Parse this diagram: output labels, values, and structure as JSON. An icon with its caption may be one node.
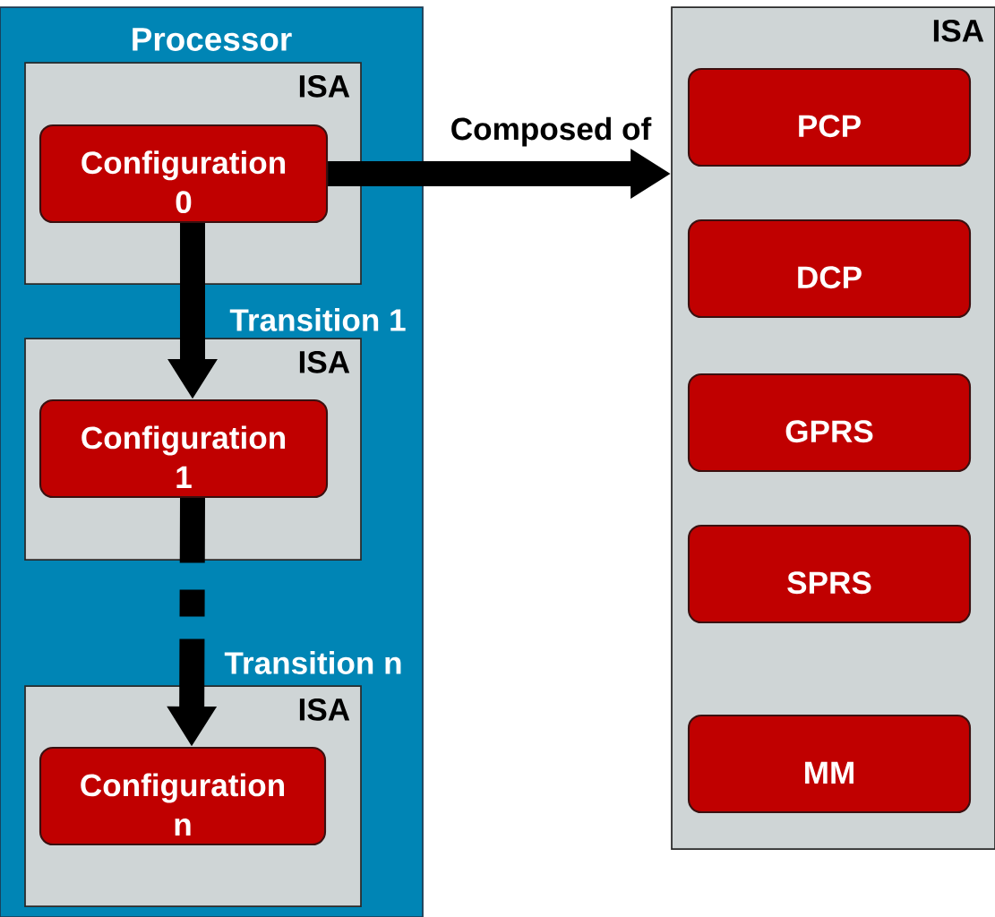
{
  "diagram": {
    "nodes": [
      {
        "text": [
          "Processor"
        ]
      },
      {
        "text": [
          "ISA"
        ],
        "in": 0
      },
      {
        "text": [
          "Configuration 0"
        ],
        "in": 1
      },
      {
        "text": [
          "ISA"
        ],
        "in": 0
      },
      {
        "text": [
          "Configuration 1"
        ],
        "in": 3
      },
      {
        "text": [
          "ISA"
        ],
        "in": 0
      },
      {
        "text": [
          "Configuration n"
        ],
        "in": 5
      },
      {
        "text": [
          "ISA"
        ]
      },
      {
        "text": [
          "PCP"
        ],
        "in": 7
      },
      {
        "text": [
          "DCP"
        ],
        "in": 7
      },
      {
        "text": [
          "GPRS"
        ],
        "in": 7
      },
      {
        "text": [
          "SPRS"
        ],
        "in": 7
      },
      {
        "text": [
          "MM"
        ],
        "in": 7
      }
    ],
    "edges": [
      {
        "from": 2,
        "to": 7,
        "arrow": "to",
        "label": "Composed of"
      },
      {
        "from": 2,
        "to": 4,
        "arrow": "to",
        "label": "Transition 1"
      },
      {
        "from": 4,
        "to": 6,
        "arrow": "to",
        "label": "Transition n",
        "style": "dashed"
      }
    ]
  }
}
